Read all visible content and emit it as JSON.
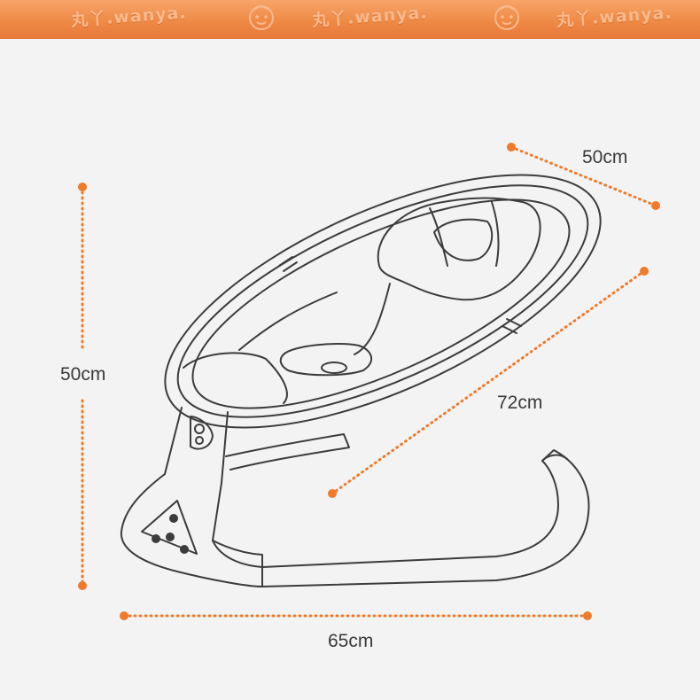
{
  "banner": {
    "watermarks": [
      "丸丫.wanya.",
      "丸丫.wanya.",
      "丸丫.wanya."
    ],
    "colors": {
      "top": "#f7a468",
      "bottom": "#e8793a"
    }
  },
  "icons": {
    "mascot": "baby-face-icon",
    "remote": "remote-control-icon"
  },
  "dimensions": {
    "height_label": "50cm",
    "depth_label": "50cm",
    "diagonal_label": "72cm",
    "width_label": "65cm"
  },
  "colors": {
    "guide_dots": "#f07a2a",
    "line_art": "#3c3c3c",
    "background": "#f3f3f3"
  }
}
